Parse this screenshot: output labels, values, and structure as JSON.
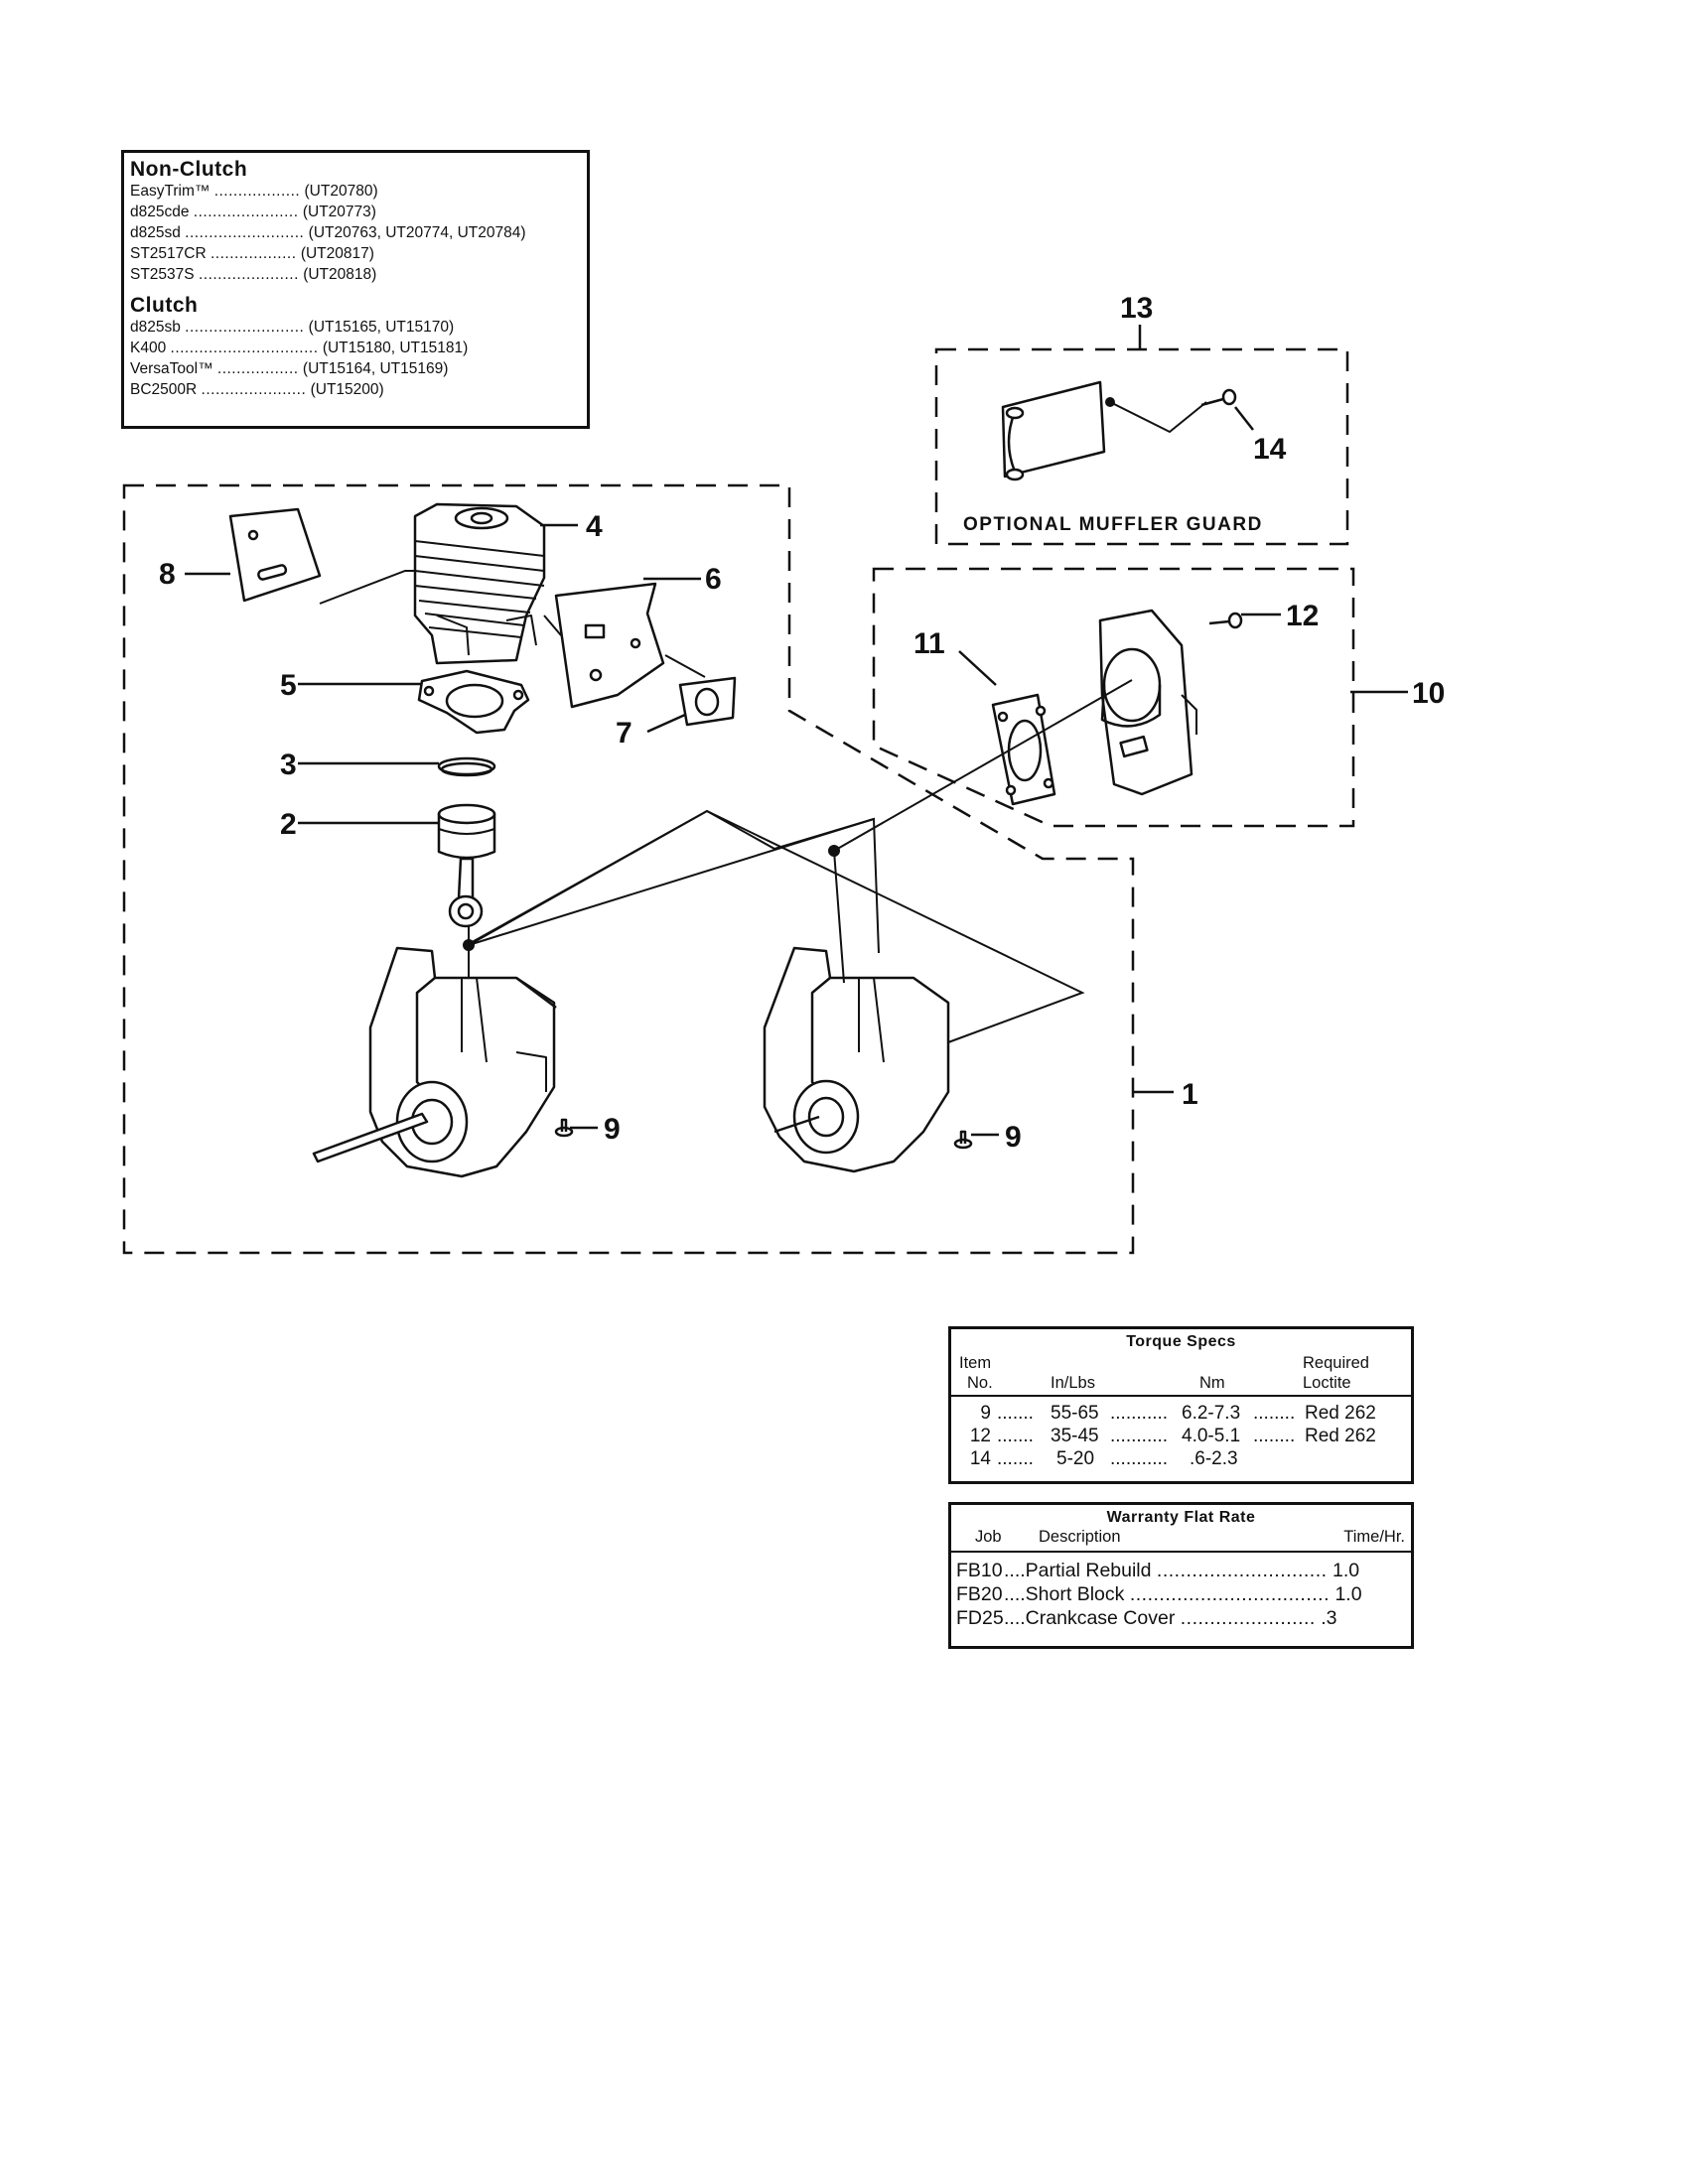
{
  "model_table": {
    "non_clutch_heading": "Non-Clutch",
    "non_clutch": [
      {
        "model": "EasyTrim™",
        "dots": "..................",
        "codes": "(UT20780)"
      },
      {
        "model": "d825cde",
        "dots": "......................",
        "codes": "(UT20773)"
      },
      {
        "model": "d825sd",
        "dots": ".........................",
        "codes": "(UT20763, UT20774, UT20784)"
      },
      {
        "model": "ST2517CR",
        "dots": "..................",
        "codes": "(UT20817)"
      },
      {
        "model": "ST2537S",
        "dots": ".....................",
        "codes": "(UT20818)"
      }
    ],
    "clutch_heading": "Clutch",
    "clutch": [
      {
        "model": "d825sb",
        "dots": ".........................",
        "codes": "(UT15165, UT15170)"
      },
      {
        "model": "K400",
        "dots": "...............................",
        "codes": "(UT15180, UT15181)"
      },
      {
        "model": "VersaTool™",
        "dots": ".................",
        "codes": "(UT15164, UT15169)"
      },
      {
        "model": "BC2500R",
        "dots": "......................",
        "codes": "(UT15200)"
      }
    ]
  },
  "diagram": {
    "callouts": {
      "c1": "1",
      "c2": "2",
      "c3": "3",
      "c4": "4",
      "c5": "5",
      "c6": "6",
      "c7": "7",
      "c8": "8",
      "c9a": "9",
      "c9b": "9",
      "c10": "10",
      "c11": "11",
      "c12": "12",
      "c13": "13",
      "c14": "14"
    },
    "muffler_guard_caption": "OPTIONAL MUFFLER GUARD"
  },
  "torque_specs": {
    "title": "Torque Specs",
    "headers": {
      "item1": "Item",
      "item2": "No.",
      "inlbs": "In/Lbs",
      "nm": "Nm",
      "req1": "Required",
      "req2": "Loctite"
    },
    "rows": [
      {
        "item": "9",
        "d1": ".......",
        "inlbs": "55-65",
        "d2": "...........",
        "nm": "6.2-7.3",
        "d3": "........",
        "loctite": "Red 262"
      },
      {
        "item": "12",
        "d1": ".......",
        "inlbs": "35-45",
        "d2": "...........",
        "nm": "4.0-5.1",
        "d3": "........",
        "loctite": "Red 262"
      },
      {
        "item": "14",
        "d1": ".......",
        "inlbs": "5-20",
        "d2": "...........",
        "nm": ".6-2.3",
        "d3": "",
        "loctite": ""
      }
    ]
  },
  "warranty": {
    "title": "Warranty Flat Rate",
    "headers": {
      "job": "Job",
      "desc": "Description",
      "time": "Time/Hr."
    },
    "rows": [
      {
        "job": "FB10",
        "sep": "....",
        "desc": "Partial Rebuild",
        "dots": ".............................",
        "time": "1.0"
      },
      {
        "job": "FB20",
        "sep": "....",
        "desc": "Short Block",
        "dots": "..................................",
        "time": "1.0"
      },
      {
        "job": "FD25",
        "sep": "....",
        "desc": "Crankcase Cover",
        "dots": ".......................",
        "time": ".3"
      }
    ]
  }
}
